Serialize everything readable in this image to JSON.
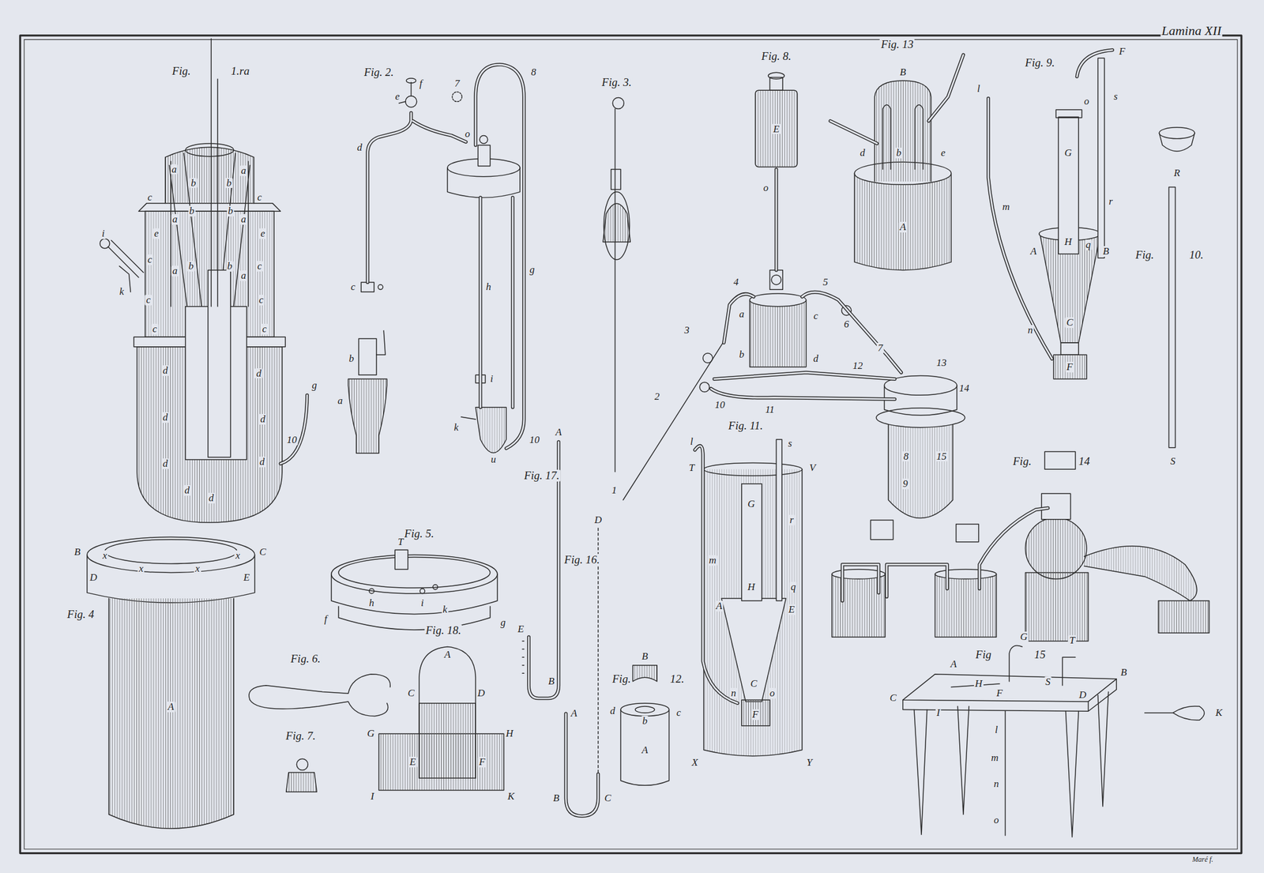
{
  "diagram": {
    "title": "Lamina XII",
    "labels": [
      "Fig.",
      "1.ra",
      "a",
      "b",
      "b",
      "a",
      "c",
      "c",
      "a",
      "b",
      "b",
      "a",
      "e",
      "e",
      "i",
      "c",
      "c",
      "a",
      "b",
      "b",
      "k",
      "a",
      "c",
      "c",
      "c",
      "c",
      "d",
      "d",
      "g",
      "d",
      "d",
      "10",
      "d",
      "d",
      "d",
      "d",
      "B",
      "x",
      "x",
      "x",
      "x",
      "C",
      "D",
      "E",
      "Fig. 4",
      "A",
      "Fig. 2.",
      "f",
      "e",
      "7",
      "8",
      "o",
      "d",
      "g",
      "c",
      "h",
      "b",
      "i",
      "a",
      "k",
      "u",
      "10",
      "Fig. 3.",
      "Fig. 5.",
      "T",
      "h",
      "i",
      "k",
      "f",
      "g",
      "Fig. 6.",
      "Fig. 7.",
      "Fig. 18.",
      "A",
      "C",
      "D",
      "G",
      "H",
      "E",
      "F",
      "I",
      "K",
      "A",
      "Fig. 17.",
      "D",
      "Fig. 16.",
      "E",
      "B",
      "A",
      "B",
      "C",
      "Fig.",
      "B",
      "12.",
      "d",
      "b",
      "c",
      "A",
      "Fig. 8.",
      "E",
      "o",
      "4",
      "5",
      "a",
      "c",
      "3",
      "6",
      "b",
      "d",
      "7",
      "13",
      "12",
      "14",
      "10",
      "11",
      "2",
      "8",
      "15",
      "1",
      "9",
      "Fig. 13",
      "B",
      "d",
      "b",
      "e",
      "A",
      "F",
      "Fig. 9.",
      "l",
      "s",
      "o",
      "G",
      "r",
      "m",
      "q",
      "H",
      "A",
      "B",
      "n",
      "C",
      "F",
      "R",
      "Fig.",
      "10.",
      "S",
      "Fig. 11.",
      "l",
      "s",
      "T",
      "V",
      "G",
      "r",
      "m",
      "H",
      "q",
      "A",
      "E",
      "C",
      "n",
      "o",
      "F",
      "X",
      "Y",
      "Fig.",
      "14",
      "T",
      "G",
      "Fig",
      "15",
      "A",
      "B",
      "H",
      "F",
      "S",
      "D",
      "C",
      "I",
      "K",
      "l",
      "m",
      "n",
      "o",
      "Maré f."
    ]
  }
}
